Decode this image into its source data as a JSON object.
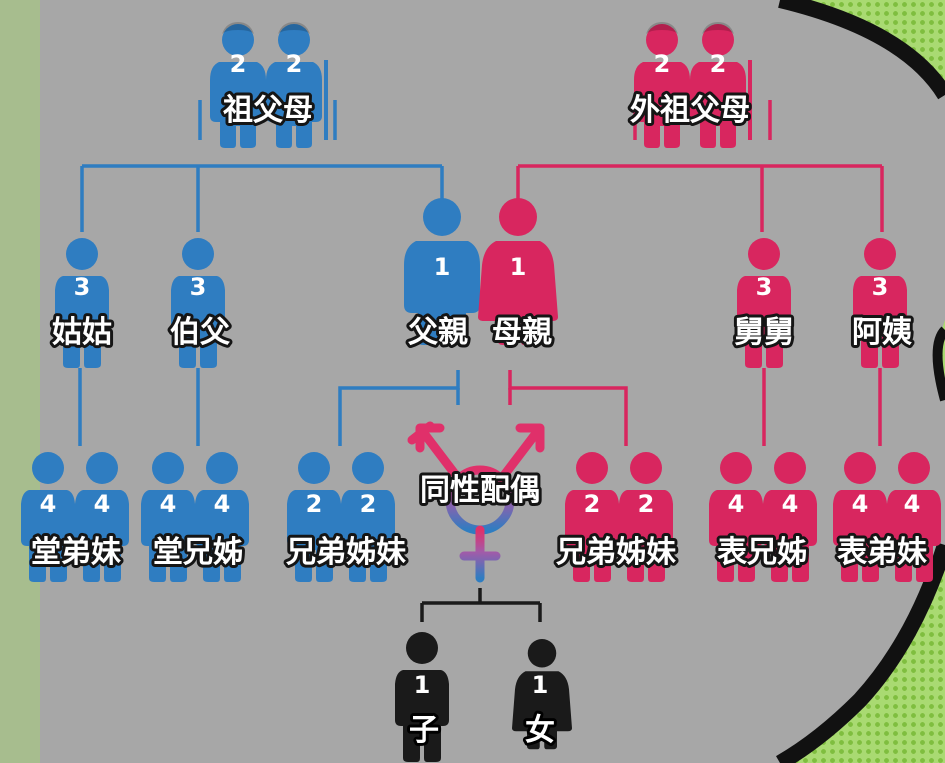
{
  "colors": {
    "paternal": "#2f7dc1",
    "maternal": "#d8265f",
    "child": "#1a1a1a",
    "board": "#a6a6a6",
    "border": "#111111",
    "dots": "#8bc34a"
  },
  "grandparents": {
    "paternal": {
      "label": "祖父母",
      "degree": "2",
      "icon": "elderly-couple-icon"
    },
    "maternal": {
      "label": "外祖父母",
      "degree": "2",
      "icon": "elderly-couple-icon"
    }
  },
  "parents": {
    "father": {
      "label": "父親",
      "degree": "1",
      "icon": "man-icon"
    },
    "mother": {
      "label": "母親",
      "degree": "1",
      "icon": "woman-icon"
    }
  },
  "aunts_uncles": {
    "gugu": {
      "label": "姑姑",
      "degree": "3"
    },
    "bofu": {
      "label": "伯父",
      "degree": "3"
    },
    "jiujiu": {
      "label": "舅舅",
      "degree": "3"
    },
    "ayi": {
      "label": "阿姨",
      "degree": "3"
    }
  },
  "siblings_cousins": {
    "tang_dimei": {
      "label": "堂弟妹",
      "degree": "4"
    },
    "tang_xiongzi": {
      "label": "堂兄姊",
      "degree": "4"
    },
    "siblings_paternal": {
      "label": "兄弟姊妹",
      "degree": "2"
    },
    "siblings_maternal": {
      "label": "兄弟姊妹",
      "degree": "2"
    },
    "biao_xiongzi": {
      "label": "表兄姊",
      "degree": "4"
    },
    "biao_dimei": {
      "label": "表弟妹",
      "degree": "4"
    }
  },
  "spouse": {
    "label": "同性配偶",
    "icon": "gender-symbol-icon"
  },
  "children": {
    "son": {
      "label": "子",
      "degree": "1"
    },
    "daughter": {
      "label": "女",
      "degree": "1"
    }
  }
}
